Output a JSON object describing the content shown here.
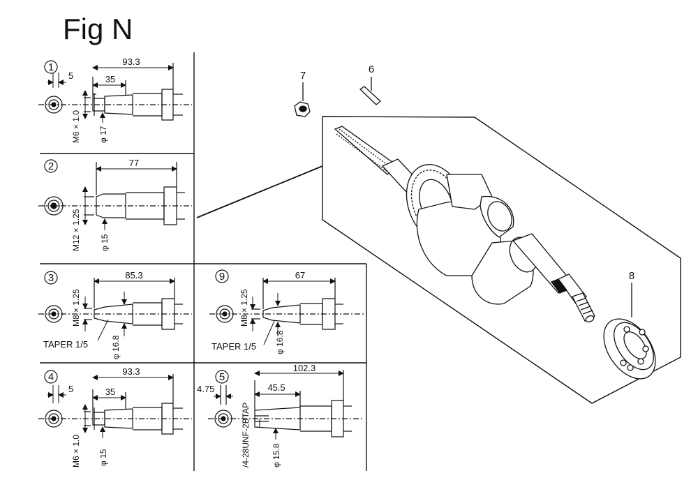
{
  "figure": {
    "title": "Fig N"
  },
  "variants": [
    {
      "num": "1",
      "overall": "93.3",
      "offset": "5",
      "mid": "35",
      "thread": "M6 × 1.0",
      "dia": "φ 17"
    },
    {
      "num": "2",
      "overall": "77",
      "thread": "M12 × 1.25",
      "dia": "φ 15"
    },
    {
      "num": "3",
      "overall": "85.3",
      "thread": "M8 × 1.25",
      "dia": "φ 16.8",
      "taper": "TAPER 1/5"
    },
    {
      "num": "9",
      "overall": "67",
      "thread": "M8 × 1.25",
      "dia": "φ 16.8",
      "taper": "TAPER 1/5"
    },
    {
      "num": "4",
      "overall": "93.3",
      "offset": "5",
      "mid": "35",
      "thread": "M6 × 1.0",
      "dia": "φ 15"
    },
    {
      "num": "5",
      "overall": "102.3",
      "offset": "4.75",
      "mid": "45.5",
      "thread": "/4-28UNF-2BTAP",
      "dia": "φ 15.8"
    }
  ],
  "parts": [
    {
      "num": "7",
      "name": "nut"
    },
    {
      "num": "6",
      "name": "key"
    },
    {
      "num": "8",
      "name": "bearing"
    }
  ]
}
